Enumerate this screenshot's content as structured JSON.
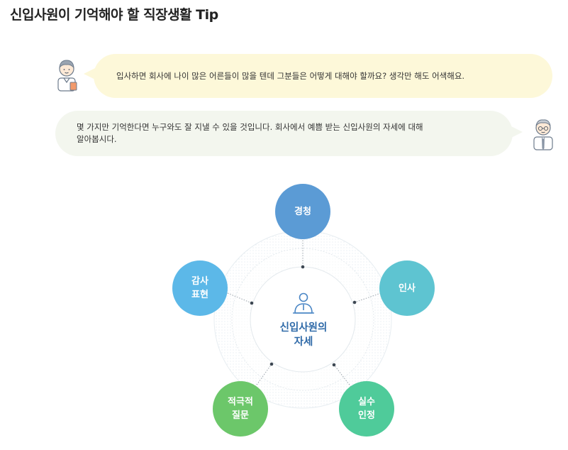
{
  "page": {
    "title": "신입사원이 기억해야 할 직장생활 Tip"
  },
  "dialog": {
    "question": "입사하면 회사에 나이 많은 어른들이 많을 텐데 그분들은 어떻게 대해야 할까요? 생각만 해도 어색해요.",
    "answer_line1": "몇 가지만 기억한다면 누구와도 잘 지낼 수 있을 것입니다. 회사에서 예쁨 받는 신입사원의 자세에 대해",
    "answer_line2": "알아봅시다."
  },
  "diagram": {
    "center": {
      "line1": "신입사원의",
      "line2": "자세",
      "icon": "person-icon"
    },
    "nodes": [
      {
        "id": "listen",
        "line1": "경청",
        "line2": "",
        "color": "#5b9bd5"
      },
      {
        "id": "greet",
        "line1": "인사",
        "line2": "",
        "color": "#5ec4d1"
      },
      {
        "id": "admit",
        "line1": "실수",
        "line2": "인정",
        "color": "#4fcb9a"
      },
      {
        "id": "ask",
        "line1": "적극적",
        "line2": "질문",
        "color": "#6cc76a"
      },
      {
        "id": "thanks",
        "line1": "감사",
        "line2": "표현",
        "color": "#5cb8e8"
      }
    ]
  }
}
